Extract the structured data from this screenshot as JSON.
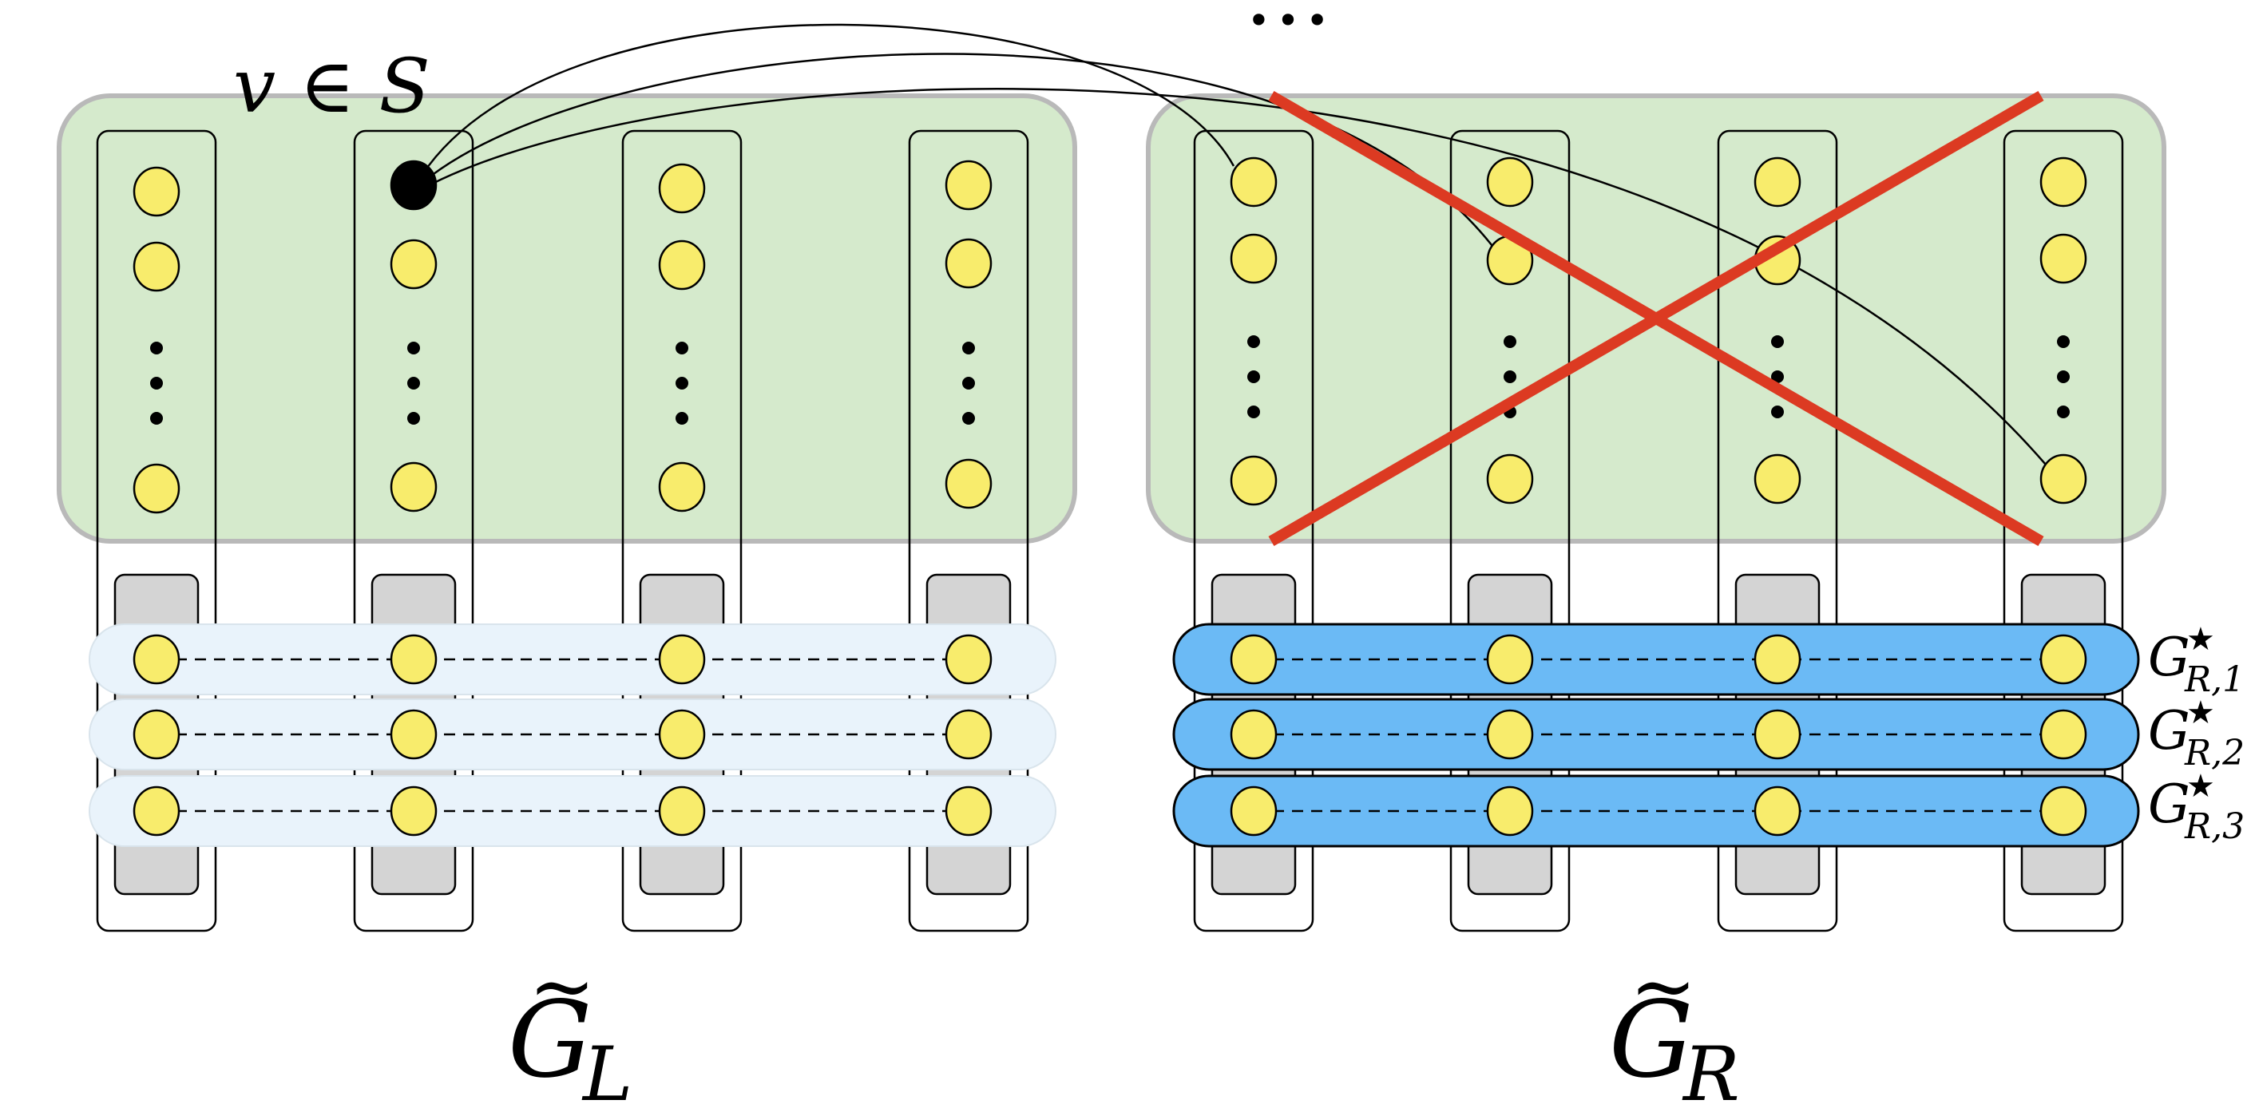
{
  "labels": {
    "set_label": "v ∈ S",
    "top_ellipsis": "…",
    "graph_left_base": "G",
    "graph_left_sub": "L",
    "graph_left_tilde": "~",
    "graph_right_base": "G",
    "graph_right_sub": "R",
    "graph_right_tilde": "~"
  },
  "subgraphs": [
    {
      "base": "G",
      "star": "★",
      "sub": "R,1"
    },
    {
      "base": "G",
      "star": "★",
      "sub": "R,2"
    },
    {
      "base": "G",
      "star": "★",
      "sub": "R,3"
    }
  ],
  "colors": {
    "node_fill": "#f8ec6c",
    "highlight_region": "#d5eacc",
    "highlight_border": "#b9b9b9",
    "inner_gray": "#d4d4d4",
    "faded_band": "#e9f3fb",
    "active_band": "#6bbaf5",
    "cross": "#dc3a22",
    "special_node": "#000000"
  }
}
